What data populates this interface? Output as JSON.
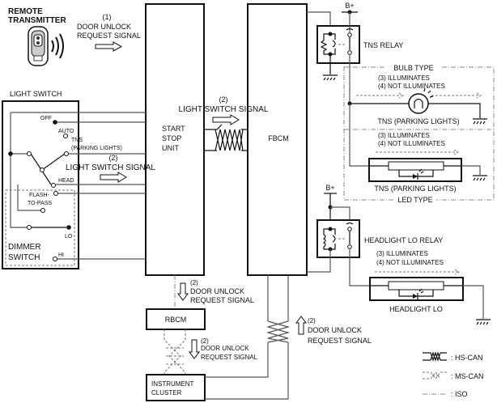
{
  "remote": {
    "title_line1": "REMOTE",
    "title_line2": "TRANSMITTER",
    "signal_num": "(1)",
    "signal_line1": "DOOR UNLOCK",
    "signal_line2": "REQUEST SIGNAL"
  },
  "light_switch": {
    "title": "LIGHT SWITCH",
    "positions": {
      "off": "OFF",
      "auto": "AUTO",
      "tns": "TNS",
      "parking": "(PARKING LIGHTS)",
      "head": "HEAD",
      "flash1": "FLASH-",
      "flash2": "TO-PASS",
      "lo": "LO",
      "hi": "HI"
    },
    "dimmer_line1": "DIMMER",
    "dimmer_line2": "SWITCH",
    "signal_num": "(2)",
    "signal_label": "LIGHT SWITCH SIGNAL"
  },
  "start_stop": {
    "line1": "START",
    "line2": "STOP",
    "line3": "UNIT"
  },
  "canbus_signal": {
    "num": "(2)",
    "label": "LIGHT SWITCH SIGNAL"
  },
  "fbcm": {
    "label": "FBCM"
  },
  "tns_relay": {
    "label": "TNS RELAY",
    "bplus": "B+"
  },
  "bulb_type": {
    "title": "BULB TYPE",
    "line1": "(3) ILLUMINATES",
    "line2": "(4) NOT ILLUMINATES",
    "lamp_label": "TNS (PARKING LIGHTS)"
  },
  "led_type": {
    "title": "LED TYPE",
    "line1": "(3) ILLUMINATES",
    "line2": "(4) NOT ILLUMINATES",
    "lamp_label": "TNS (PARKING LIGHTS)"
  },
  "headlight_relay": {
    "label": "HEADLIGHT LO RELAY",
    "bplus": "B+"
  },
  "headlight_lo": {
    "line1": "(3) ILLUMINATES",
    "line2": "(4) NOT ILLUMINATES",
    "lamp_label": "HEADLIGHT LO"
  },
  "rbcm": {
    "label": "RBCM",
    "in_num": "(2)",
    "in_line1": "DOOR UNLOCK",
    "in_line2": "REQUEST SIGNAL",
    "out_num": "(2)",
    "out_line1": "DOOR UNLOCK",
    "out_line2": "REQUEST SIGNAL"
  },
  "instrument_cluster": {
    "line1": "INSTRUMENT",
    "line2": "CLUSTER"
  },
  "fbcm_up_signal": {
    "num": "(2)",
    "line1": "DOOR UNLOCK",
    "line2": "REQUEST SIGNAL"
  },
  "legend": {
    "hs_can": ": HS-CAN",
    "ms_can": ": MS-CAN",
    "iso": ": ISO"
  }
}
